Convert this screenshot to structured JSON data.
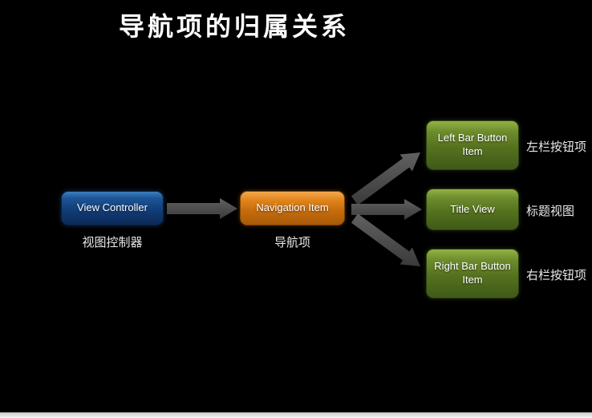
{
  "title": "导航项的归属关系",
  "diagram": {
    "view_controller": {
      "label": "View Controller",
      "caption": "视图控制器"
    },
    "navigation_item": {
      "label": "Navigation Item",
      "caption": "导航项"
    },
    "targets": [
      {
        "label": "Left Bar Button Item",
        "caption": "左栏按钮项"
      },
      {
        "label": "Title View",
        "caption": "标题视图"
      },
      {
        "label": "Right Bar Button Item",
        "caption": "右栏按钮项"
      }
    ]
  },
  "colors": {
    "background": "#000000",
    "blue_node": "#123f7a",
    "orange_node": "#c86d0c",
    "green_node": "#55711f",
    "arrow": "#4c4c4c",
    "text": "#ffffff"
  }
}
